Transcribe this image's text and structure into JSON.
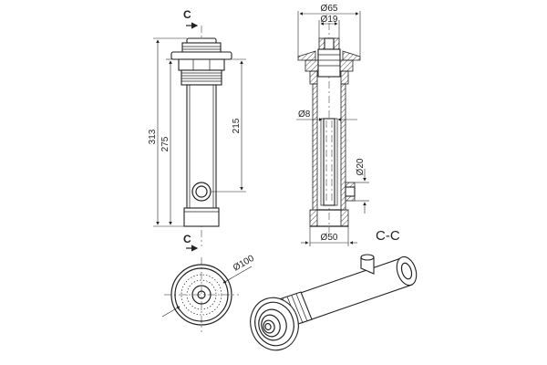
{
  "section_marker": "C",
  "section_title": "C-C",
  "dimensions": {
    "overall_height": "313",
    "body_height": "275",
    "tube_height": "215",
    "outer_diameter": "Ø65",
    "thread_diameter": "Ø19",
    "bore_diameter": "Ø8",
    "side_outlet_diameter": "Ø20",
    "base_diameter": "Ø50",
    "flange_diameter": "Ø100"
  }
}
